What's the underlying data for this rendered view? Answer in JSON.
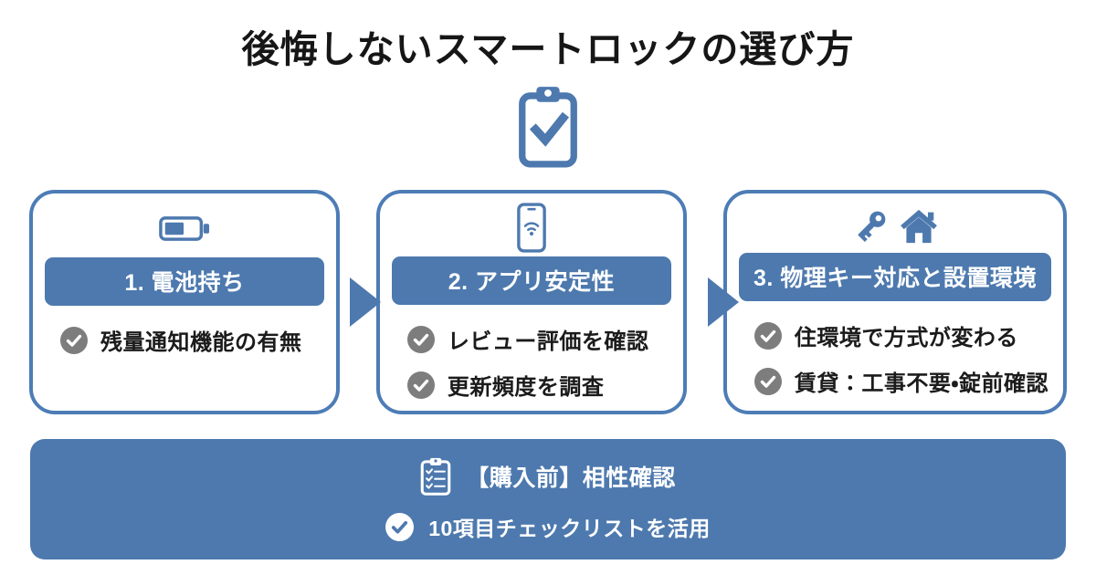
{
  "title": "後悔しないスマートロックの選び方",
  "steps": [
    {
      "header": "1. 電池持ち",
      "icons": [
        "battery-icon"
      ],
      "items": [
        "残量通知機能の有無"
      ]
    },
    {
      "header": "2. アプリ安定性",
      "icons": [
        "smartphone-wifi-icon"
      ],
      "items": [
        "レビュー評価を確認",
        "更新頻度を調査"
      ]
    },
    {
      "header": "3. 物理キー対応と設置環境",
      "icons": [
        "key-icon",
        "house-icon"
      ],
      "items": [
        "住環境で方式が変わる",
        "賃貸：工事不要・錠前確認"
      ]
    }
  ],
  "banner": {
    "icon": "checklist-icon",
    "title": "【購入前】相性確認",
    "item": "10項目チェックリストを活用"
  },
  "colors": {
    "accent": "#4d79ae",
    "border": "#4d7cb6",
    "check_gray": "#7d7d7d",
    "text": "#1b1b1b",
    "white": "#ffffff"
  }
}
